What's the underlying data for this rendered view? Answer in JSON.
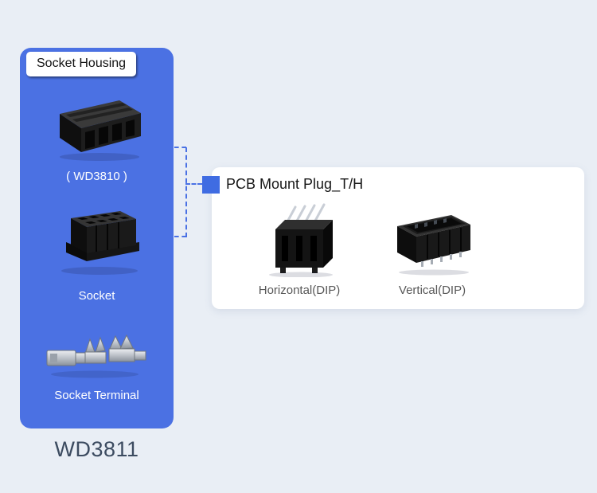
{
  "panel": {
    "header_label": "Socket Housing",
    "items": [
      {
        "caption": "( WD3810 )",
        "image": "socket-housing-photo"
      },
      {
        "caption": "Socket",
        "image": "socket-photo"
      },
      {
        "caption": "Socket Terminal",
        "image": "socket-terminal-photo"
      }
    ],
    "footer": "WD3811"
  },
  "card": {
    "title": "PCB Mount Plug_T/H",
    "items": [
      {
        "caption": "Horizontal(DIP)",
        "image": "horizontal-dip-photo"
      },
      {
        "caption": "Vertical(DIP)",
        "image": "vertical-dip-photo"
      }
    ]
  },
  "colors": {
    "background": "#e9eef5",
    "panel_blue": "#4b71e3",
    "accent_blue": "#3f6ce2",
    "dash_blue": "#4a71e4",
    "footer_text": "#3c4b60",
    "caption_gray": "#585858"
  }
}
